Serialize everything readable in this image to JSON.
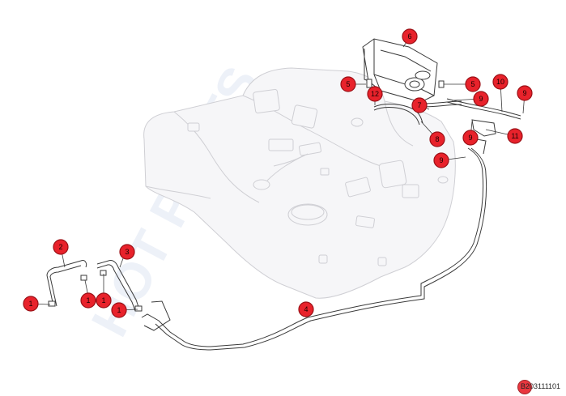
{
  "watermark": "HOT PARTS",
  "diagram_code": "B203111101",
  "callouts": [
    {
      "id": "c1a",
      "label": "1"
    },
    {
      "id": "c1b",
      "label": "1"
    },
    {
      "id": "c1c",
      "label": "1"
    },
    {
      "id": "c1d",
      "label": "1"
    },
    {
      "id": "c2",
      "label": "2"
    },
    {
      "id": "c3",
      "label": "3"
    },
    {
      "id": "c4",
      "label": "4"
    },
    {
      "id": "c5a",
      "label": "5"
    },
    {
      "id": "c5b",
      "label": "5"
    },
    {
      "id": "c6",
      "label": "6"
    },
    {
      "id": "c7",
      "label": "7"
    },
    {
      "id": "c8",
      "label": "8"
    },
    {
      "id": "c9a",
      "label": "9"
    },
    {
      "id": "c9b",
      "label": "9"
    },
    {
      "id": "c9c",
      "label": "9"
    },
    {
      "id": "c10",
      "label": "10"
    },
    {
      "id": "c11",
      "label": "11"
    },
    {
      "id": "c12",
      "label": "12"
    }
  ]
}
